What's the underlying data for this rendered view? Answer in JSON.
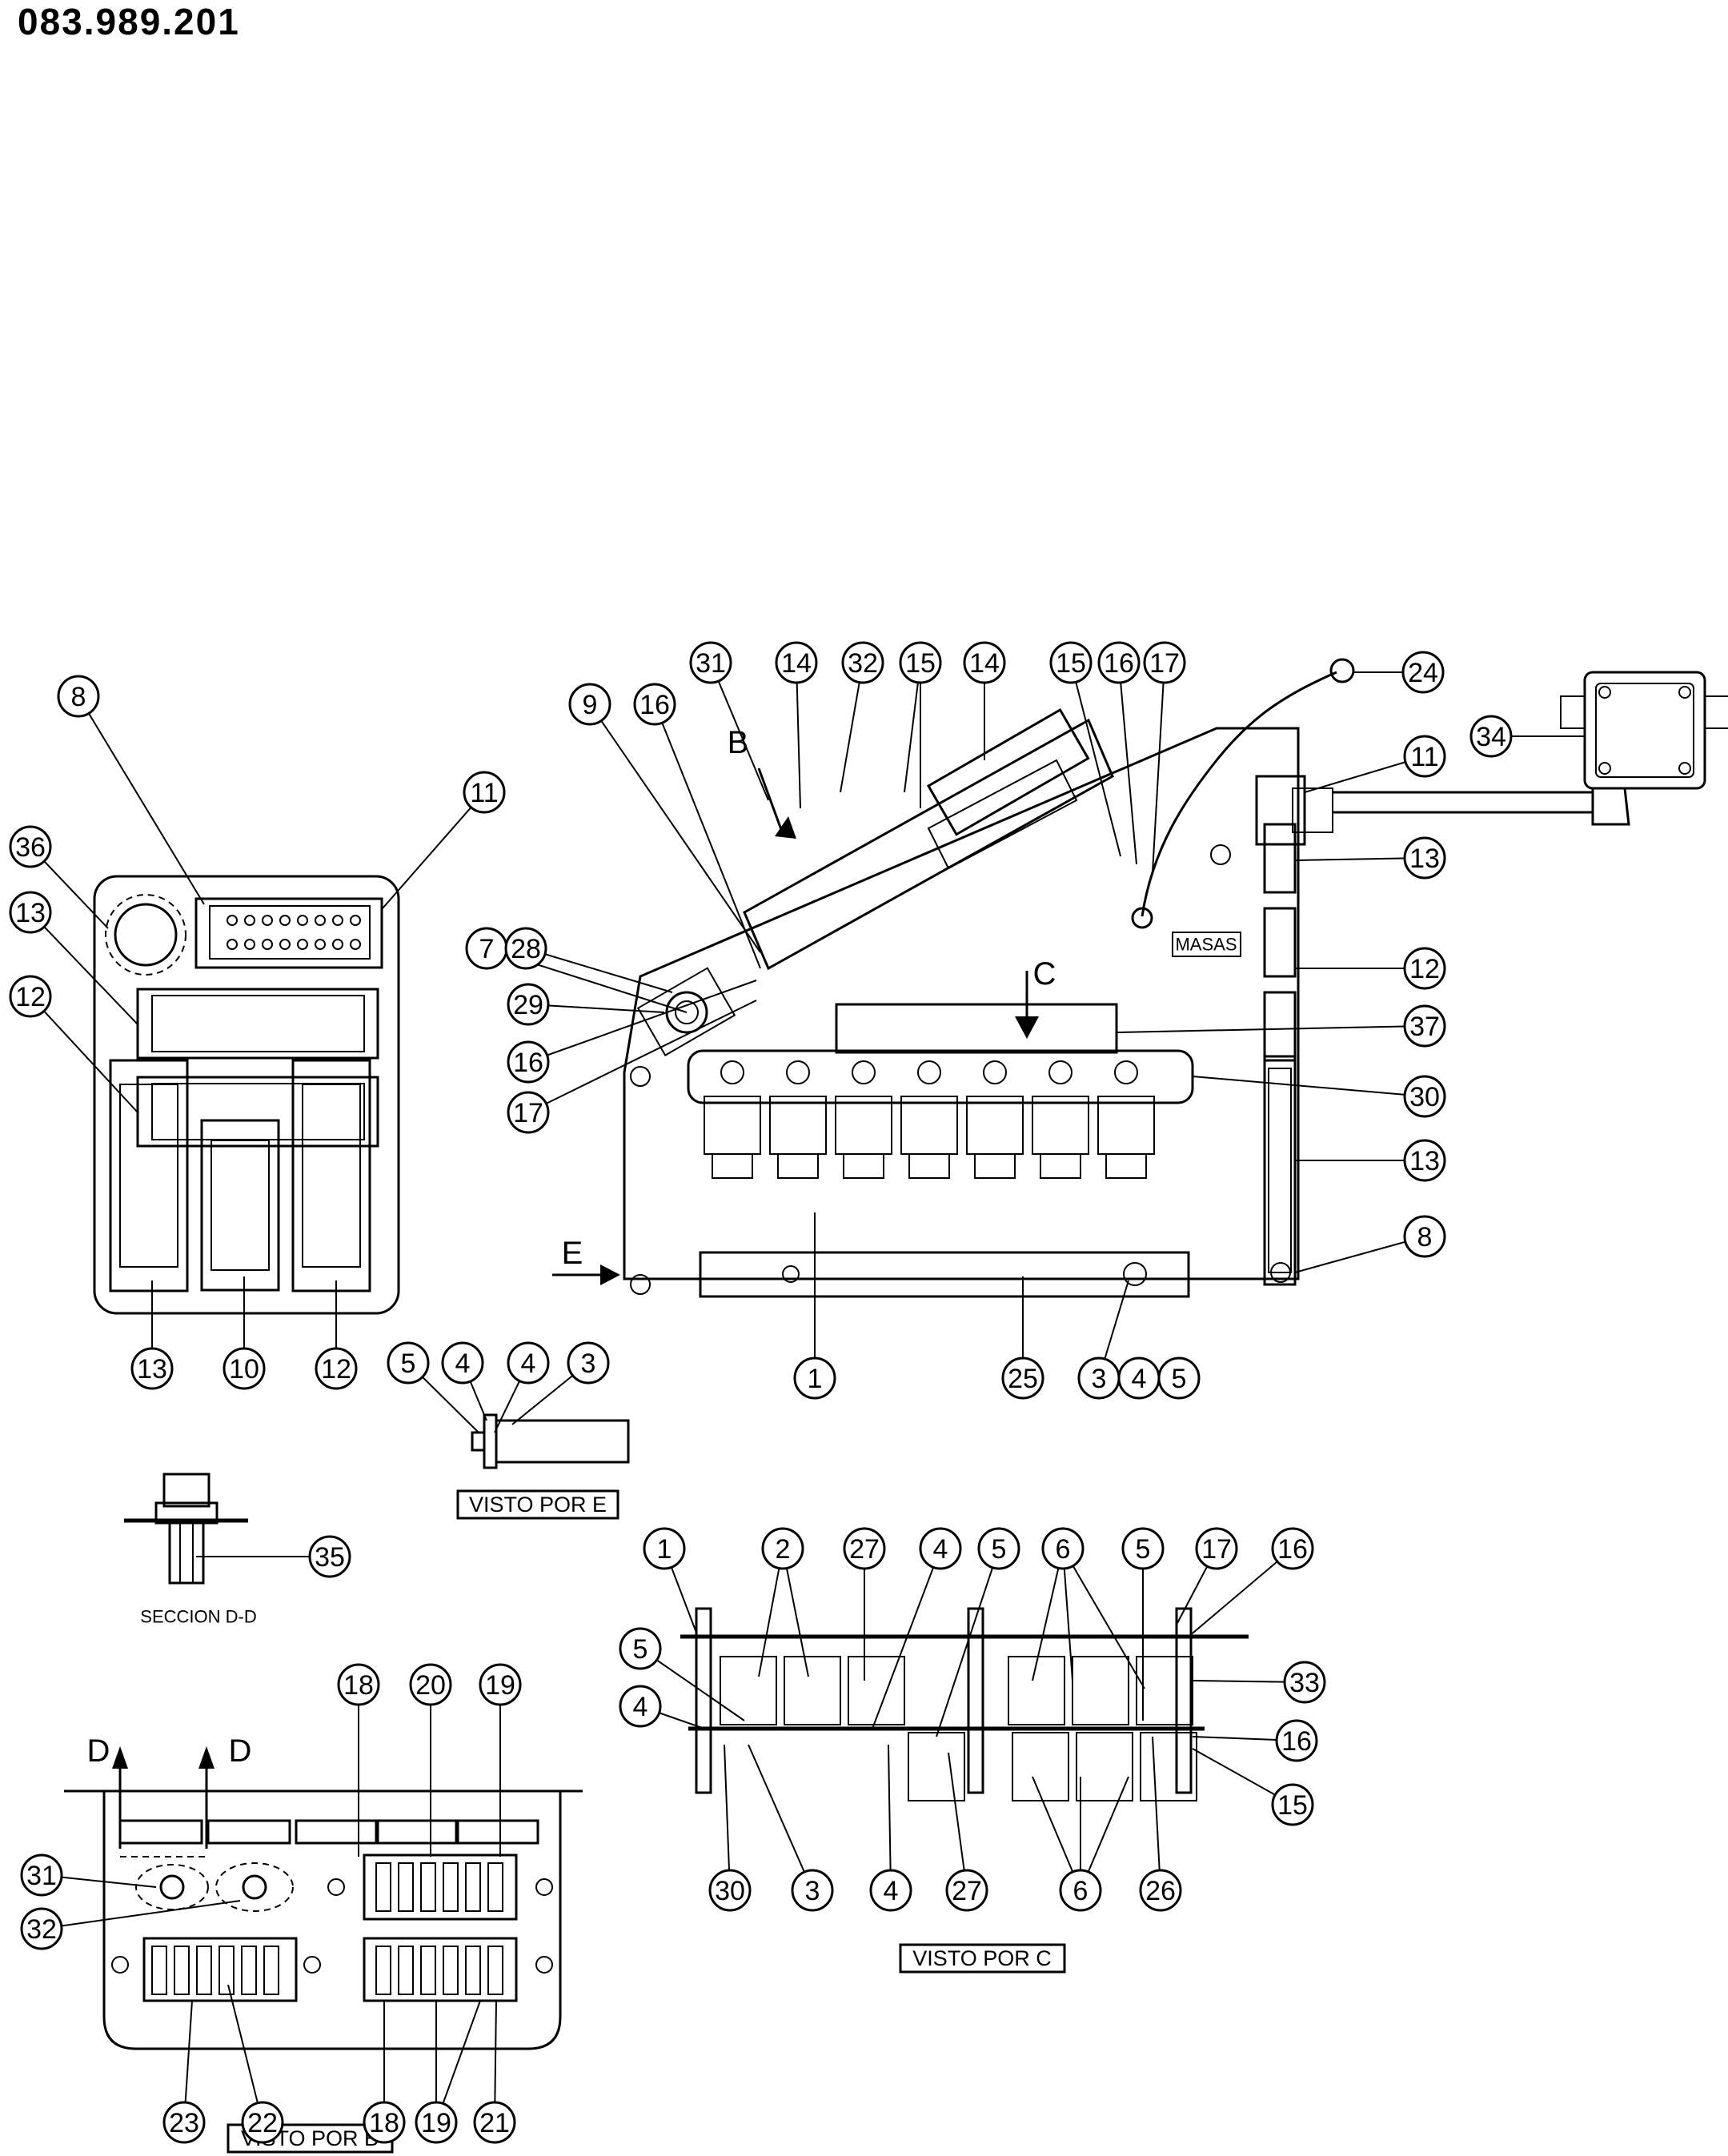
{
  "document_number": "083.989.201",
  "callouts": [
    {
      "id": "c8a",
      "label": "8"
    },
    {
      "id": "c11a",
      "label": "11"
    },
    {
      "id": "c36",
      "label": "36"
    },
    {
      "id": "c13a",
      "label": "13"
    },
    {
      "id": "c12a",
      "label": "12"
    },
    {
      "id": "c13b",
      "label": "13"
    },
    {
      "id": "c10",
      "label": "10"
    },
    {
      "id": "c12b",
      "label": "12"
    },
    {
      "id": "c31a",
      "label": "31"
    },
    {
      "id": "c14a",
      "label": "14"
    },
    {
      "id": "c32a",
      "label": "32"
    },
    {
      "id": "c15a",
      "label": "15"
    },
    {
      "id": "c14b",
      "label": "14"
    },
    {
      "id": "c15b",
      "label": "15"
    },
    {
      "id": "c16a",
      "label": "16"
    },
    {
      "id": "c17a",
      "label": "17"
    },
    {
      "id": "c24",
      "label": "24"
    },
    {
      "id": "c34",
      "label": "34"
    },
    {
      "id": "c11b",
      "label": "11"
    },
    {
      "id": "c9",
      "label": "9"
    },
    {
      "id": "c16b",
      "label": "16"
    },
    {
      "id": "c13c",
      "label": "13"
    },
    {
      "id": "c7",
      "label": "7"
    },
    {
      "id": "c28",
      "label": "28"
    },
    {
      "id": "c29",
      "label": "29"
    },
    {
      "id": "c12c",
      "label": "12"
    },
    {
      "id": "c16c",
      "label": "16"
    },
    {
      "id": "c37",
      "label": "37"
    },
    {
      "id": "c17b",
      "label": "17"
    },
    {
      "id": "c30a",
      "label": "30"
    },
    {
      "id": "c13d",
      "label": "13"
    },
    {
      "id": "c8b",
      "label": "8"
    },
    {
      "id": "c1a",
      "label": "1"
    },
    {
      "id": "c25",
      "label": "25"
    },
    {
      "id": "c3a",
      "label": "3"
    },
    {
      "id": "c4a",
      "label": "4"
    },
    {
      "id": "c5a",
      "label": "5"
    },
    {
      "id": "c5b",
      "label": "5"
    },
    {
      "id": "c4b",
      "label": "4"
    },
    {
      "id": "c4c",
      "label": "4"
    },
    {
      "id": "c3b",
      "label": "3"
    },
    {
      "id": "c35",
      "label": "35"
    },
    {
      "id": "c1b",
      "label": "1"
    },
    {
      "id": "c2",
      "label": "2"
    },
    {
      "id": "c27a",
      "label": "27"
    },
    {
      "id": "c4d",
      "label": "4"
    },
    {
      "id": "c5c",
      "label": "5"
    },
    {
      "id": "c6a",
      "label": "6"
    },
    {
      "id": "c5d",
      "label": "5"
    },
    {
      "id": "c17c",
      "label": "17"
    },
    {
      "id": "c16d",
      "label": "16"
    },
    {
      "id": "c5e",
      "label": "5"
    },
    {
      "id": "c4e",
      "label": "4"
    },
    {
      "id": "c33",
      "label": "33"
    },
    {
      "id": "c16e",
      "label": "16"
    },
    {
      "id": "c15c",
      "label": "15"
    },
    {
      "id": "c30b",
      "label": "30"
    },
    {
      "id": "c3c",
      "label": "3"
    },
    {
      "id": "c4f",
      "label": "4"
    },
    {
      "id": "c27b",
      "label": "27"
    },
    {
      "id": "c6b",
      "label": "6"
    },
    {
      "id": "c26",
      "label": "26"
    },
    {
      "id": "c18a",
      "label": "18"
    },
    {
      "id": "c20",
      "label": "20"
    },
    {
      "id": "c19a",
      "label": "19"
    },
    {
      "id": "c31b",
      "label": "31"
    },
    {
      "id": "c32b",
      "label": "32"
    },
    {
      "id": "c23",
      "label": "23"
    },
    {
      "id": "c22",
      "label": "22"
    },
    {
      "id": "c18b",
      "label": "18"
    },
    {
      "id": "c19b",
      "label": "19"
    },
    {
      "id": "c21",
      "label": "21"
    }
  ],
  "labels": {
    "masas": "MASAS",
    "visto_por_e": "VISTO POR E",
    "visto_por_c": "VISTO POR C",
    "visto_por_b": "VISTO POR B",
    "seccion_dd": "SECCION D-D",
    "arrow_b": "B",
    "arrow_c": "C",
    "arrow_e": "E",
    "arrow_d1": "D",
    "arrow_d2": "D"
  }
}
